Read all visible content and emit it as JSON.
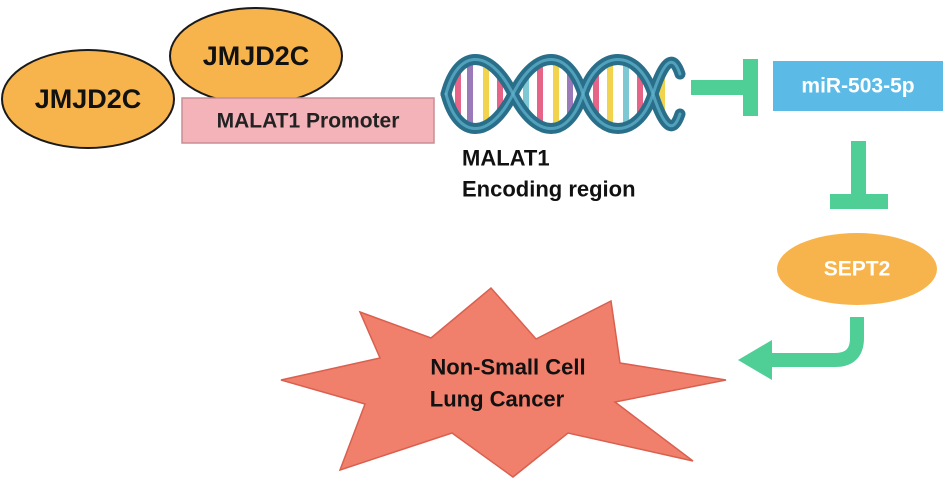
{
  "jmjd2c_top": {
    "label": "JMJD2C"
  },
  "jmjd2c_left": {
    "label": "JMJD2C"
  },
  "promoter": {
    "label": "MALAT1 Promoter"
  },
  "gene": {
    "line1": "MALAT1",
    "line2": "Encoding region"
  },
  "mirna": {
    "label": "miR-503-5p"
  },
  "sept2": {
    "label": "SEPT2"
  },
  "disease": {
    "line1": "Non-Small Cell",
    "line2": "Lung Cancer"
  },
  "colors": {
    "protein_fill": "#f8b44c",
    "promoter_fill": "#f4b3b9",
    "mirna_fill": "#5bbbe6",
    "sept2_fill": "#f8b44c",
    "inhibit_green": "#4fce95",
    "burst_fill": "#f07f6c",
    "dna_strand": "#2a6f8a",
    "dna_strand_highlight": "#5fb1cc",
    "base_pink": "#e76489",
    "base_yellow": "#f2d34e",
    "base_purple": "#9a7ab8",
    "base_teal": "#7ec8d3"
  },
  "icons": {
    "dna": "dna-double-helix-icon",
    "inhibit": "inhibition-t-bar-icon",
    "arrow": "curved-arrow-icon"
  }
}
